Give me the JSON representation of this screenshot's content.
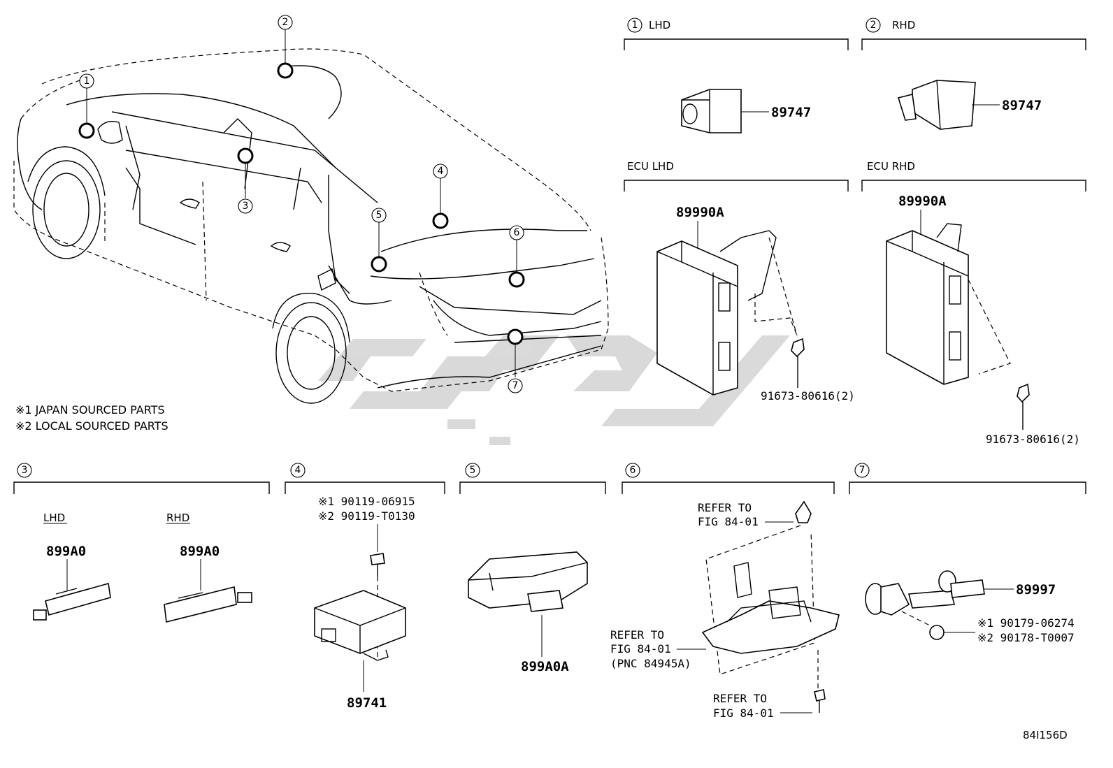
{
  "diagram_id": "84I156D",
  "notes": [
    "※1 JAPAN SOURCED PARTS",
    "※2 LOCAL SOURCED PARTS"
  ],
  "callouts": [
    "1",
    "2",
    "3",
    "4",
    "5",
    "6",
    "7"
  ],
  "sections": {
    "s1": {
      "num": "1",
      "title": "LHD",
      "part": "89747"
    },
    "s2": {
      "num": "2",
      "title": "RHD",
      "part": "89747"
    },
    "ecu_lhd": {
      "title": "ECU  LHD",
      "part": "89990A",
      "bolt": "91673-80616(2)"
    },
    "ecu_rhd": {
      "title": "ECU  RHD",
      "part": "89990A",
      "bolt": "91673-80616(2)"
    },
    "s3": {
      "num": "3",
      "lhd_label": "LHD",
      "rhd_label": "RHD",
      "part_lhd": "899A0",
      "part_rhd": "899A0"
    },
    "s4": {
      "num": "4",
      "bolt1": "※1 90119-06915",
      "bolt2": "※2 90119-T0130",
      "part": "89741"
    },
    "s5": {
      "num": "5",
      "part": "899A0A"
    },
    "s6": {
      "num": "6",
      "ref_top_1": "REFER TO",
      "ref_top_2": "FIG 84-01",
      "ref_left_1": "REFER TO",
      "ref_left_2": "FIG 84-01",
      "ref_left_3": "(PNC 84945A)",
      "ref_bot_1": "REFER TO",
      "ref_bot_2": "FIG 84-01"
    },
    "s7": {
      "num": "7",
      "part": "89997",
      "clip1": "※1 90179-06274",
      "clip2": "※2 90178-T0007"
    }
  }
}
